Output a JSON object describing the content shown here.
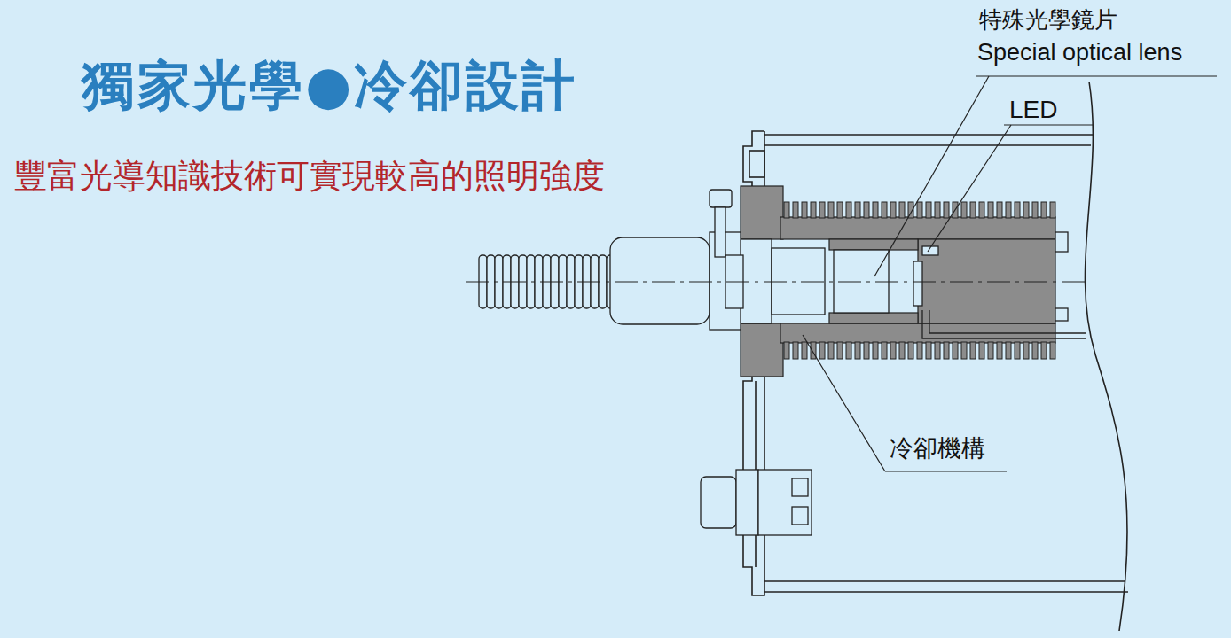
{
  "diagram": {
    "title": "獨家光學●冷卻設計",
    "labels": [
      "豐富光導知識技術可實現較高的照明強度",
      "特殊光學鏡片",
      "Special optical lens",
      "LED",
      "冷卻機構"
    ]
  }
}
